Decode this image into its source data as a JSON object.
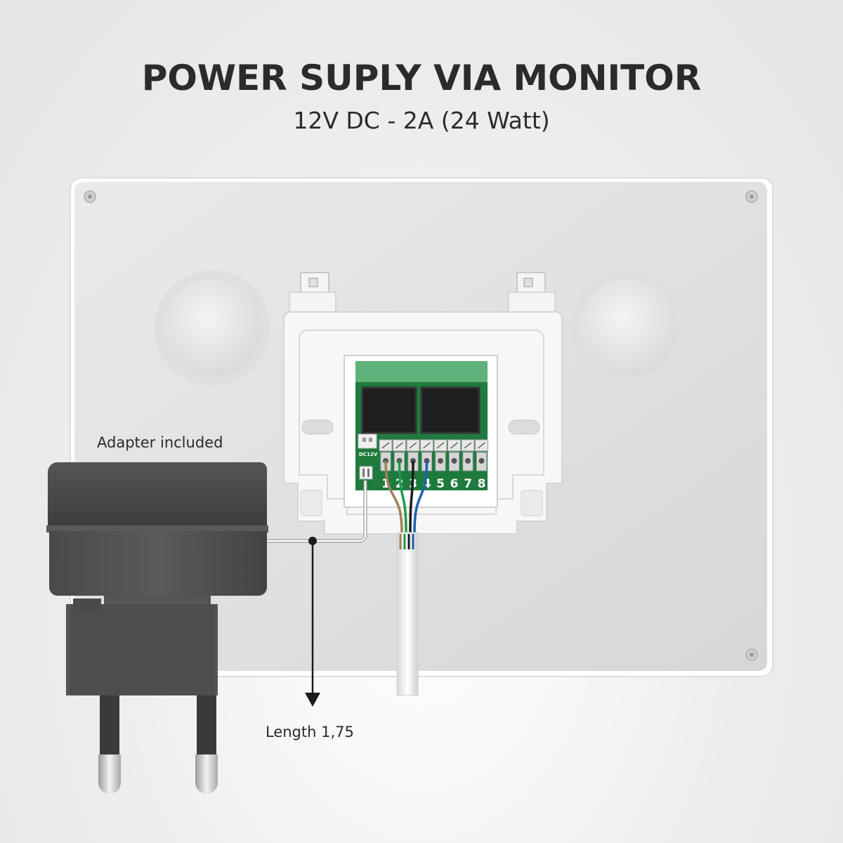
{
  "heading": {
    "title": "POWER SUPLY VIA MONITOR",
    "subtitle": "12V DC - 2A (24 Watt)"
  },
  "labels": {
    "adapter": "Adapter included",
    "length": "Length 1,75",
    "connector": "DC12V"
  },
  "terminals": [
    "1",
    "2",
    "3",
    "4",
    "5",
    "6",
    "7",
    "8"
  ],
  "wire_colors": [
    "#a0805a",
    "#1f9a4a",
    "#1a1a1a",
    "#1f5fb0"
  ],
  "colors": {
    "pcb": "#1f7a3e",
    "terminal_block": "#5fb27a",
    "adapter": "#4a4a4a",
    "text": "#2b2b2b"
  }
}
